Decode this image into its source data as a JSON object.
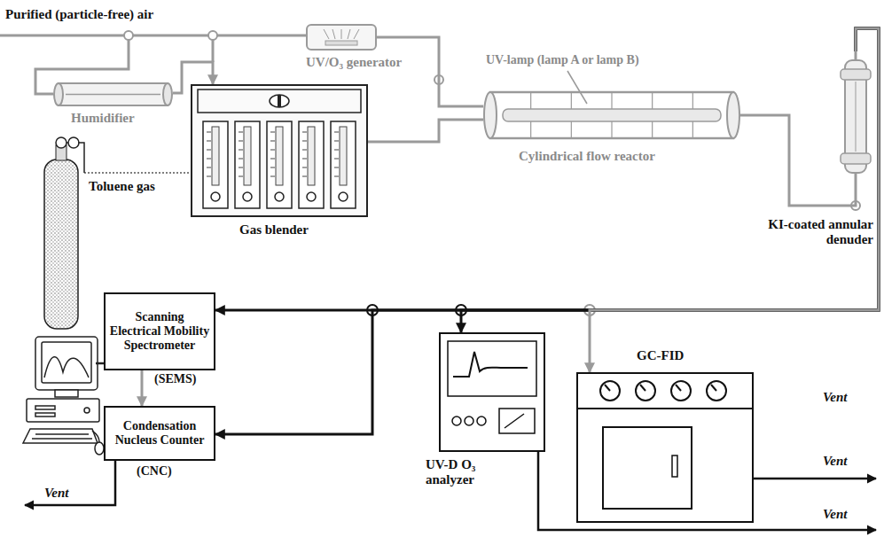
{
  "diagram": {
    "nodes": [
      {
        "text": [
          "Humidifier"
        ]
      },
      {
        "text": [
          "UV/O₃ generator"
        ]
      },
      {
        "text": [
          "Gas blender"
        ]
      },
      {
        "text": [
          "Toluene gas"
        ]
      },
      {
        "text": [
          "Cylindrical flow reactor"
        ]
      },
      {
        "text": [
          "KI-coated annular denuder"
        ]
      },
      {
        "text": [
          "Scanning Electrical Mobility Spectrometer",
          "(SEMS)"
        ]
      },
      {
        "text": [
          "UV-D O₃ analyzer"
        ]
      },
      {
        "text": [
          "GC-FID"
        ]
      },
      {
        "text": [
          "Condensation Nucleus Counter",
          "(CNC)"
        ]
      }
    ],
    "edges": [
      {
        "from": 0,
        "to": 2,
        "arrow": "to"
      },
      {
        "from": 3,
        "to": 2,
        "arrow": "none"
      },
      {
        "from": 1,
        "to": 4,
        "arrow": "none"
      },
      {
        "from": 2,
        "to": 4,
        "arrow": "none"
      },
      {
        "from": 4,
        "to": 5,
        "arrow": "none"
      },
      {
        "from": 5,
        "to": 6,
        "arrow": "to"
      },
      {
        "from": 5,
        "to": 9,
        "arrow": "to"
      },
      {
        "from": 5,
        "to": 7,
        "arrow": "to"
      },
      {
        "from": 5,
        "to": 8,
        "arrow": "to"
      },
      {
        "from": 6,
        "to": 9,
        "arrow": "to"
      }
    ],
    "labels": [
      "Purified (particle-free) air",
      "UV-lamp (lamp A or lamp B)",
      "Vent",
      "Vent",
      "Vent",
      "Vent"
    ]
  }
}
